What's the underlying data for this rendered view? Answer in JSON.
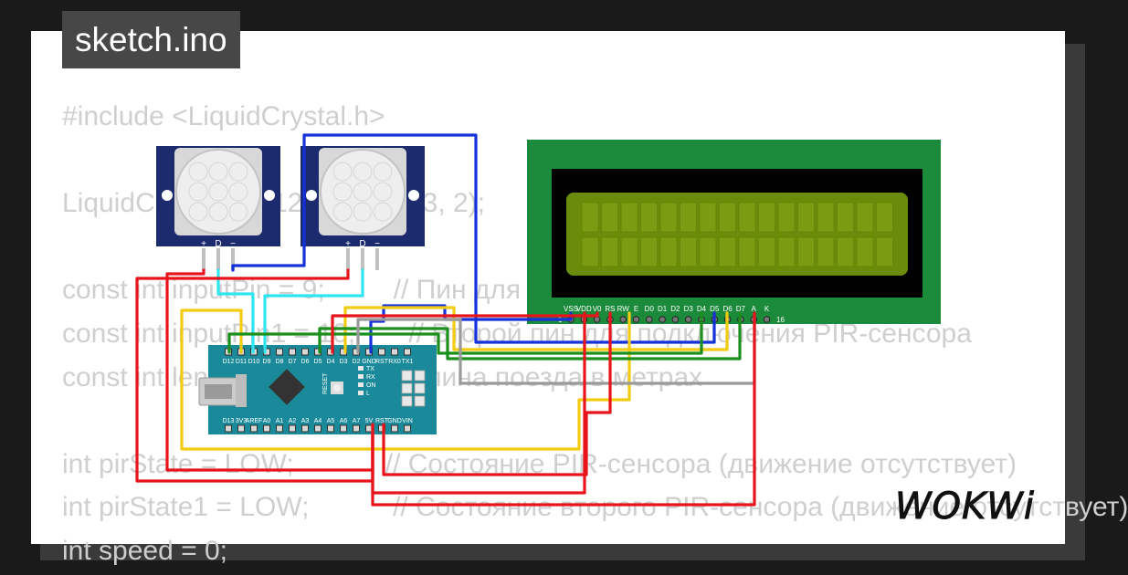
{
  "tab": {
    "filename": "sketch.ino"
  },
  "code_lines": [
    "#include <LiquidCrystal.h>",
    "",
    "LiquidCrystal lcd(12, 11, 5, 4, 3, 2);",
    "",
    "const int inputPin = 9;         // Пин для подключения PIR-сенсора",
    "const int inputPin1 = 10;       // Второй пин для подключения PIR-сенсора",
    "const int length = 5;           // Длина поезда в метрах",
    "",
    "int pirState = LOW;            // Состояние PIR-сенсора (движение отсутствует)",
    "int pirState1 = LOW;           // Состояние второго PIR-сенсора (движение отсутствует)",
    "int speed = 0;"
  ],
  "pir_sensors": [
    {
      "pin_labels": [
        "+",
        "D",
        "−"
      ]
    },
    {
      "pin_labels": [
        "+",
        "D",
        "−"
      ]
    }
  ],
  "arduino": {
    "top_pins": [
      "D12",
      "D11",
      "D10",
      "D9",
      "D8",
      "D7",
      "D6",
      "D5",
      "D4",
      "D3",
      "D2",
      "GND",
      "RST",
      "RX0",
      "TX1"
    ],
    "bottom_pins": [
      "D13",
      "3V3",
      "AREF",
      "A0",
      "A1",
      "A2",
      "A3",
      "A4",
      "A5",
      "A6",
      "A7",
      "5V",
      "RST",
      "GND",
      "VIN"
    ],
    "reset_label": "RESET",
    "led_labels": [
      "TX",
      "RX",
      "ON",
      "L"
    ]
  },
  "lcd": {
    "pins": [
      "VSS",
      "VDD",
      "V0",
      "RS",
      "RW",
      "E",
      "D0",
      "D1",
      "D2",
      "D3",
      "D4",
      "D5",
      "D6",
      "D7",
      "A",
      "K"
    ],
    "pin_start": "1",
    "pin_end": "16"
  },
  "logo": {
    "text": "WOKWi"
  },
  "colors": {
    "lcd_board": "#1b8a3a",
    "lcd_screen": "#6b8c0a",
    "arduino_board": "#1a8a9a",
    "pir_board": "#1c2a6e",
    "wire_red": "#e8141b",
    "wire_blue": "#1532d8",
    "wire_yellow": "#f2cc12",
    "wire_green": "#1b8f1b",
    "wire_cyan": "#2ee6f0",
    "wire_gray": "#9a9a9a"
  }
}
